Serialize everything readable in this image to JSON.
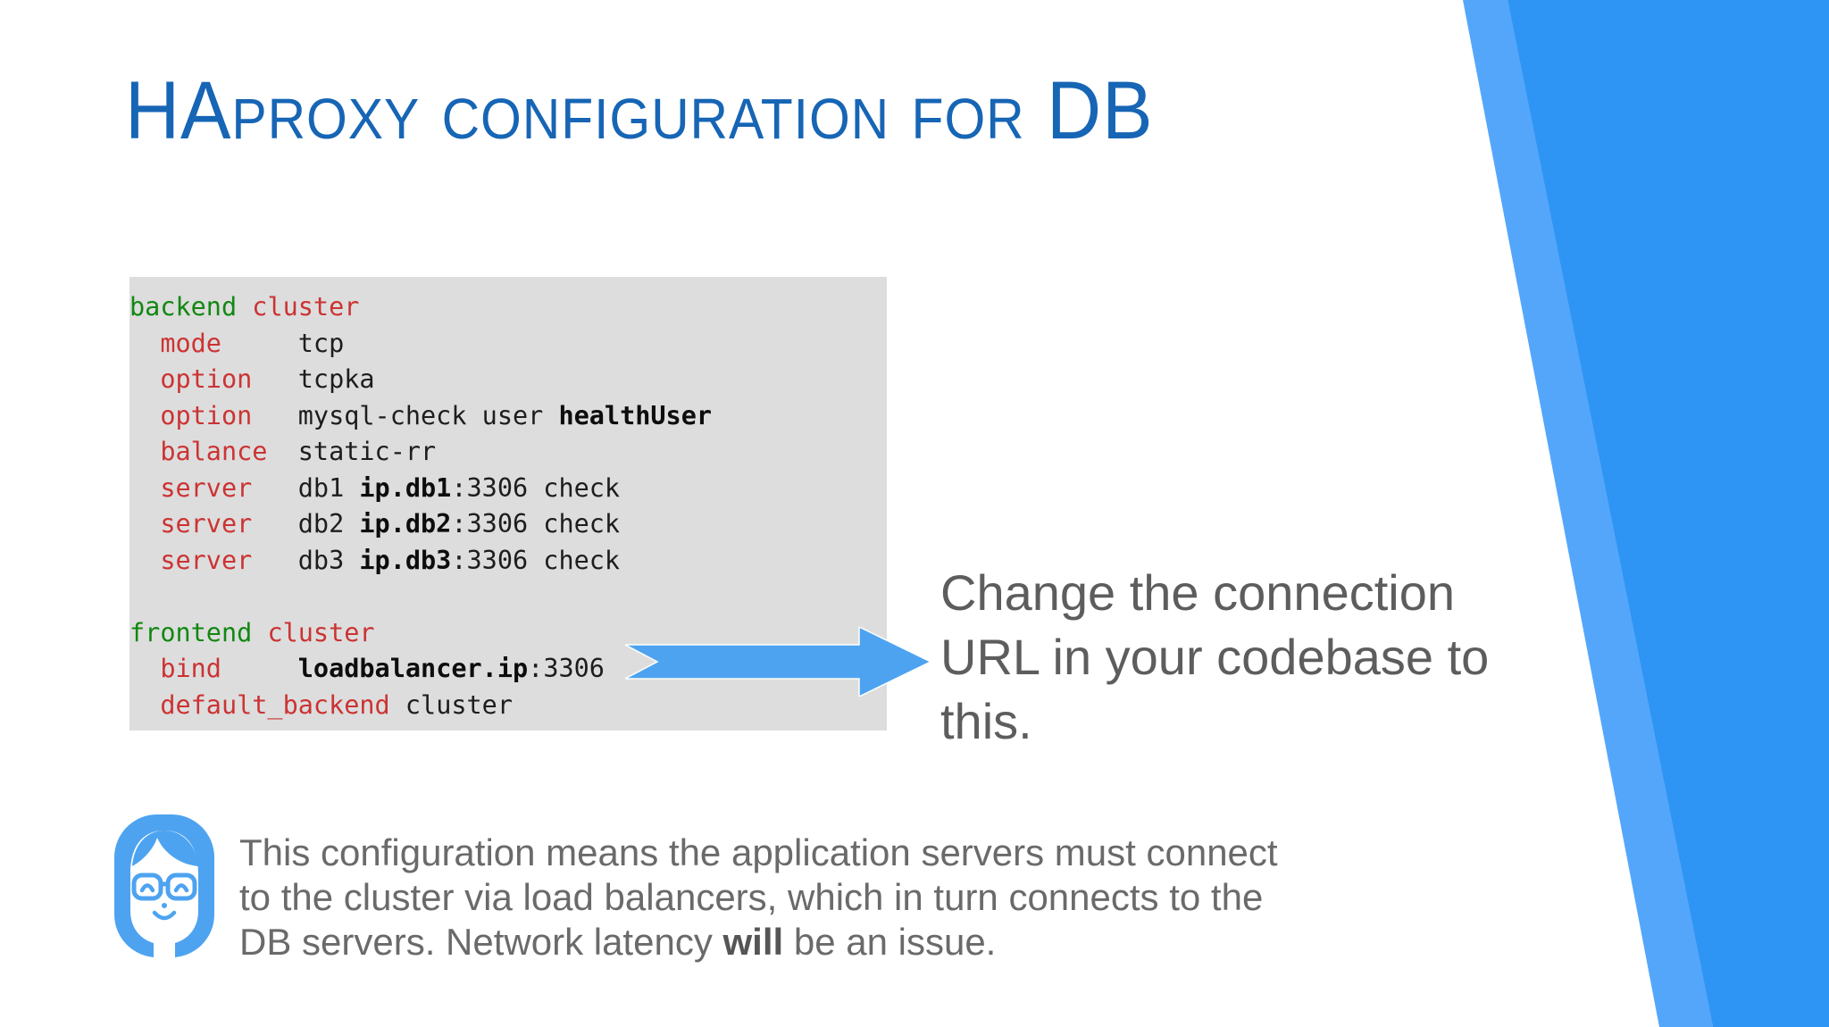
{
  "slide": {
    "title_main": "HAProxy configuration for DB",
    "title_parts": {
      "acronym_1": "HA",
      "small_caps_1": "Proxy configuration for ",
      "acronym_2": "DB"
    },
    "background_color": "#ffffff",
    "accent_blue": "#2f95f5",
    "accent_blue_light": "#54a6fb",
    "title_color": "#1765b5"
  },
  "code_block": {
    "background_color": "#dddddd",
    "language": "haproxy-config",
    "section_keyword_color": "#118811",
    "directive_color": "#cc3333",
    "value_color": "#1d1d1d",
    "lines": [
      {
        "indent": 0,
        "tokens": [
          {
            "t": "backend",
            "k": "section"
          },
          {
            "t": " ",
            "k": "plain"
          },
          {
            "t": "cluster",
            "k": "name"
          }
        ]
      },
      {
        "indent": 1,
        "tokens": [
          {
            "t": "mode",
            "k": "dir"
          },
          {
            "t": "     tcp",
            "k": "plain"
          }
        ]
      },
      {
        "indent": 1,
        "tokens": [
          {
            "t": "option",
            "k": "dir"
          },
          {
            "t": "   tcpka",
            "k": "plain"
          }
        ]
      },
      {
        "indent": 1,
        "tokens": [
          {
            "t": "option",
            "k": "dir"
          },
          {
            "t": "   mysql-check user ",
            "k": "plain"
          },
          {
            "t": "healthUser",
            "k": "bold"
          }
        ]
      },
      {
        "indent": 1,
        "tokens": [
          {
            "t": "balance",
            "k": "dir"
          },
          {
            "t": "  static-rr",
            "k": "plain"
          }
        ]
      },
      {
        "indent": 1,
        "tokens": [
          {
            "t": "server",
            "k": "dir"
          },
          {
            "t": "   db1 ",
            "k": "plain"
          },
          {
            "t": "ip.db1",
            "k": "bold"
          },
          {
            "t": ":3306 check",
            "k": "plain"
          }
        ]
      },
      {
        "indent": 1,
        "tokens": [
          {
            "t": "server",
            "k": "dir"
          },
          {
            "t": "   db2 ",
            "k": "plain"
          },
          {
            "t": "ip.db2",
            "k": "bold"
          },
          {
            "t": ":3306 check",
            "k": "plain"
          }
        ]
      },
      {
        "indent": 1,
        "tokens": [
          {
            "t": "server",
            "k": "dir"
          },
          {
            "t": "   db3 ",
            "k": "plain"
          },
          {
            "t": "ip.db3",
            "k": "bold"
          },
          {
            "t": ":3306 check",
            "k": "plain"
          }
        ]
      },
      {
        "indent": 0,
        "tokens": [
          {
            "t": "",
            "k": "plain"
          }
        ]
      },
      {
        "indent": 0,
        "tokens": [
          {
            "t": "frontend",
            "k": "section"
          },
          {
            "t": " ",
            "k": "plain"
          },
          {
            "t": "cluster",
            "k": "name"
          }
        ]
      },
      {
        "indent": 1,
        "tokens": [
          {
            "t": "bind",
            "k": "dir"
          },
          {
            "t": "     ",
            "k": "plain"
          },
          {
            "t": "loadbalancer.ip",
            "k": "bold"
          },
          {
            "t": ":3306",
            "k": "plain"
          }
        ]
      },
      {
        "indent": 1,
        "tokens": [
          {
            "t": "default_backend",
            "k": "dir"
          },
          {
            "t": " cluster",
            "k": "plain"
          }
        ]
      }
    ]
  },
  "arrow": {
    "label": "points from bind line to callout",
    "color": "#4da3f0",
    "direction": "right"
  },
  "callout": {
    "text": "Change the connection URL in your codebase to this.",
    "color": "#5d5d5d"
  },
  "note": {
    "avatar_name": "presenter-avatar",
    "avatar_bg_color": "#4da3f0",
    "text_before_bold": "This configuration means the application servers must connect to the cluster via load balancers, which in turn connects to the DB servers. Network latency ",
    "bold_word": "will",
    "text_after_bold": " be an issue.",
    "color": "#6a6a6a"
  }
}
